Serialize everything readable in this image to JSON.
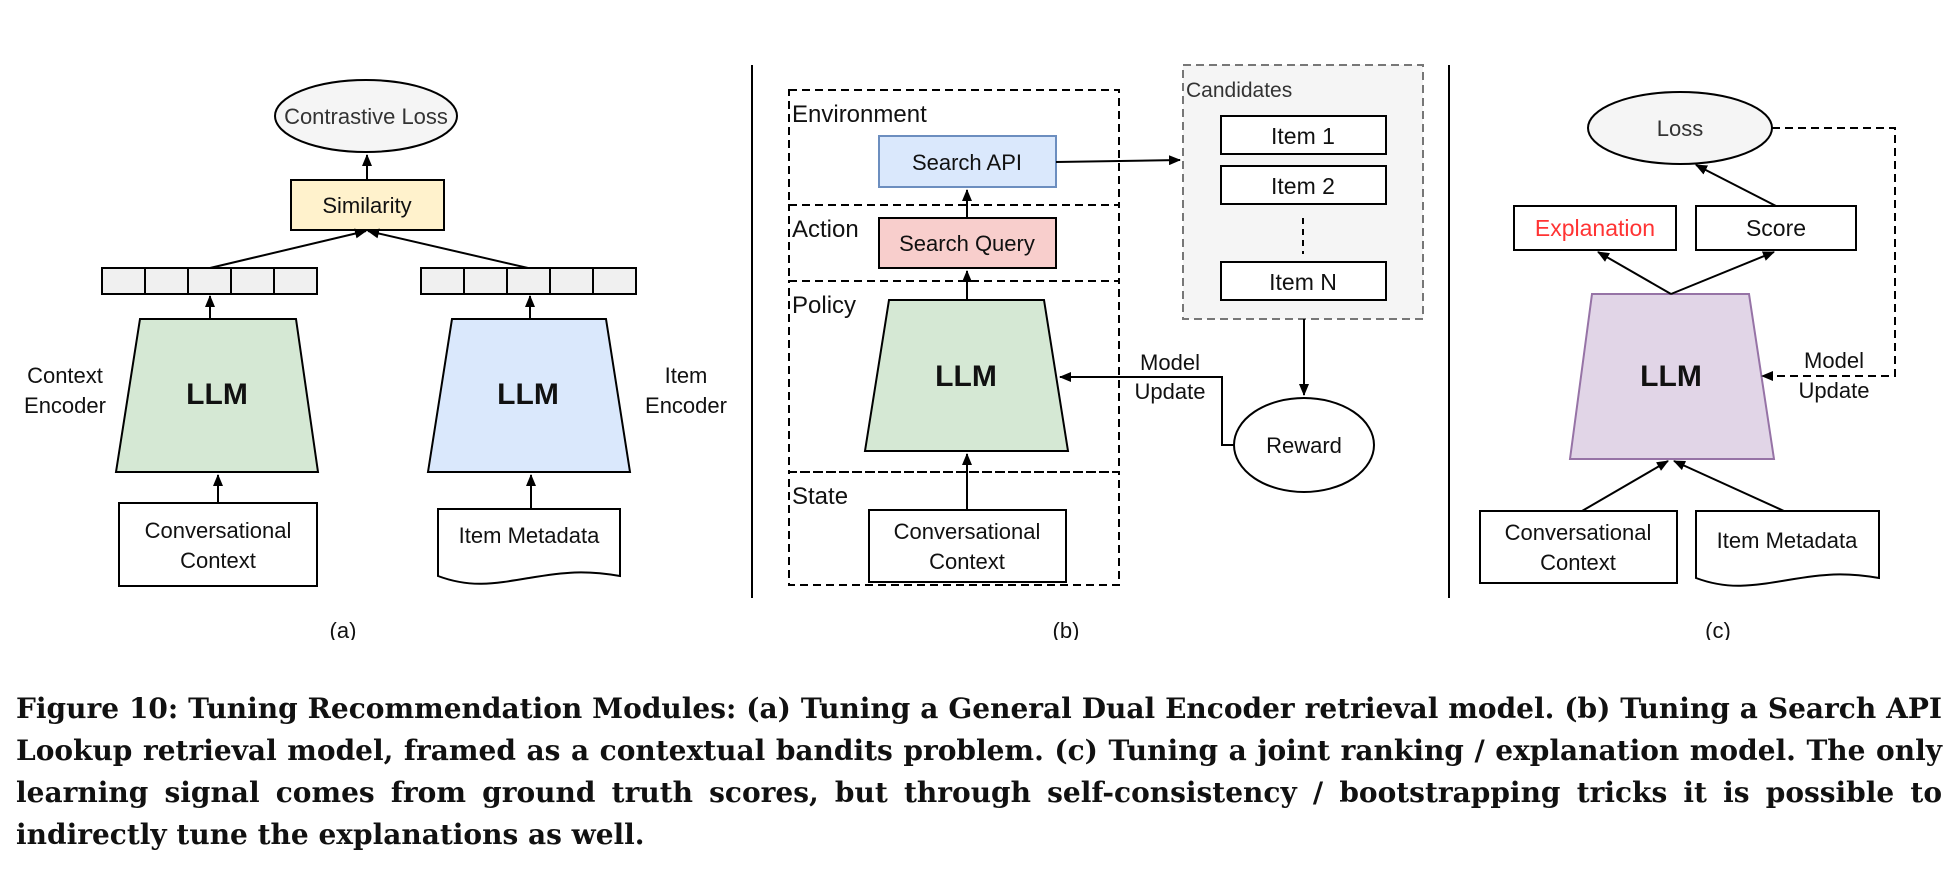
{
  "panel_a": {
    "loss": "Contrastive Loss",
    "similarity": "Similarity",
    "llm_left": "LLM",
    "llm_right": "LLM",
    "context_encoder_l1": "Context",
    "context_encoder_l2": "Encoder",
    "item_encoder_l1": "Item",
    "item_encoder_l2": "Encoder",
    "conv_context_l1": "Conversational",
    "conv_context_l2": "Context",
    "item_metadata": "Item Metadata",
    "label": "(a)"
  },
  "panel_b": {
    "environment": "Environment",
    "search_api": "Search API",
    "action": "Action",
    "search_query": "Search Query",
    "policy": "Policy",
    "llm": "LLM",
    "state": "State",
    "conv_context_l1": "Conversational",
    "conv_context_l2": "Context",
    "candidates": "Candidates",
    "item1": "Item 1",
    "item2": "Item 2",
    "itemN": "Item N",
    "reward": "Reward",
    "model_update_l1": "Model",
    "model_update_l2": "Update",
    "label": "(b)"
  },
  "panel_c": {
    "loss": "Loss",
    "explanation": "Explanation",
    "score": "Score",
    "llm": "LLM",
    "model_update_l1": "Model",
    "model_update_l2": "Update",
    "conv_context_l1": "Conversational",
    "conv_context_l2": "Context",
    "item_metadata": "Item Metadata",
    "label": "(c)"
  },
  "colors": {
    "green_fill": "#d5e8d4",
    "blue_fill": "#dae8fc",
    "blue_stroke": "#6c8ebf",
    "yellow_fill": "#fff2cc",
    "red_fill": "#f8cecc",
    "purple_fill": "#e1d5e7",
    "purple_stroke": "#9673a6",
    "gray_fill": "#f5f5f5",
    "explanation_text": "#ff3333"
  },
  "caption": "Figure 10: Tuning Recommendation Modules: (a) Tuning a General Dual Encoder retrieval model. (b) Tuning a Search API Lookup retrieval model, framed as a contextual bandits problem. (c) Tuning a joint ranking / explanation model. The only learning signal comes from ground truth scores, but through self-consistency / bootstrapping tricks it is possible to indirectly tune the explanations as well."
}
